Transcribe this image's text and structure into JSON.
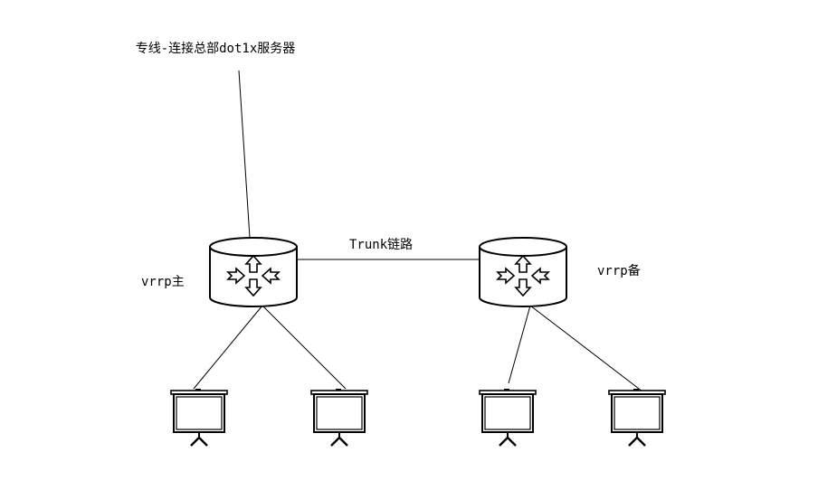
{
  "diagram": {
    "type": "network-topology",
    "labels": {
      "uplink": "专线-连接总部dot1x服务器",
      "trunk": "Trunk链路",
      "master": "vrrp主",
      "backup": "vrrp备"
    },
    "nodes": [
      {
        "id": "router-master",
        "kind": "router",
        "icon": "router-cylinder-icon",
        "label": "vrrp主"
      },
      {
        "id": "router-backup",
        "kind": "router",
        "icon": "router-cylinder-icon",
        "label": "vrrp备"
      },
      {
        "id": "screen-1",
        "kind": "projection-screen",
        "icon": "projection-screen-icon"
      },
      {
        "id": "screen-2",
        "kind": "projection-screen",
        "icon": "projection-screen-icon"
      },
      {
        "id": "screen-3",
        "kind": "projection-screen",
        "icon": "projection-screen-icon"
      },
      {
        "id": "screen-4",
        "kind": "projection-screen",
        "icon": "projection-screen-icon"
      }
    ],
    "edges": [
      {
        "from": "uplink",
        "to": "router-master",
        "label": "专线-连接总部dot1x服务器"
      },
      {
        "from": "router-master",
        "to": "router-backup",
        "label": "Trunk链路"
      },
      {
        "from": "router-master",
        "to": "screen-1"
      },
      {
        "from": "router-master",
        "to": "screen-2"
      },
      {
        "from": "router-backup",
        "to": "screen-3"
      },
      {
        "from": "router-backup",
        "to": "screen-4"
      }
    ],
    "colors": {
      "stroke": "#000000",
      "background": "#ffffff"
    }
  }
}
